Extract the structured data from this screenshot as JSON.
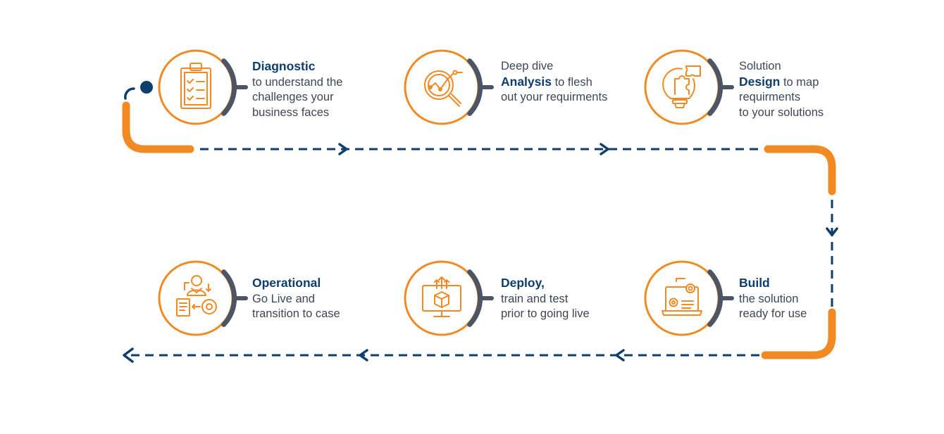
{
  "colors": {
    "orange": "#f28a23",
    "navy": "#0e3e6e",
    "gray_arc": "#4c5565",
    "text": "#3e4654"
  },
  "steps": [
    {
      "icon": "clipboard-checklist-icon",
      "lines": [
        {
          "bold": "Diagnostic",
          "rest": ""
        },
        {
          "bold": "",
          "rest": "to understand the"
        },
        {
          "bold": "",
          "rest": "challenges your"
        },
        {
          "bold": "",
          "rest": "business faces"
        }
      ]
    },
    {
      "icon": "magnifier-analysis-icon",
      "lines": [
        {
          "bold": "",
          "rest": "Deep dive"
        },
        {
          "bold": "Analysis",
          "rest": " to flesh"
        },
        {
          "bold": "",
          "rest": "out your requirments"
        }
      ]
    },
    {
      "icon": "lightbulb-puzzle-icon",
      "lines": [
        {
          "bold": "",
          "rest": "Solution"
        },
        {
          "bold": "Design",
          "rest": " to map"
        },
        {
          "bold": "",
          "rest": "requirments"
        },
        {
          "bold": "",
          "rest": "to your solutions"
        }
      ]
    },
    {
      "icon": "laptop-gears-icon",
      "lines": [
        {
          "bold": "Build",
          "rest": ""
        },
        {
          "bold": "",
          "rest": "the solution"
        },
        {
          "bold": "",
          "rest": "ready for use"
        }
      ]
    },
    {
      "icon": "monitor-box-icon",
      "lines": [
        {
          "bold": "Deploy,",
          "rest": ""
        },
        {
          "bold": "",
          "rest": "train and test"
        },
        {
          "bold": "",
          "rest": "prior to going live"
        }
      ]
    },
    {
      "icon": "operator-gear-icon",
      "lines": [
        {
          "bold": "Operational",
          "rest": ""
        },
        {
          "bold": "",
          "rest": "Go Live and"
        },
        {
          "bold": "",
          "rest": "transition to case"
        }
      ]
    }
  ]
}
